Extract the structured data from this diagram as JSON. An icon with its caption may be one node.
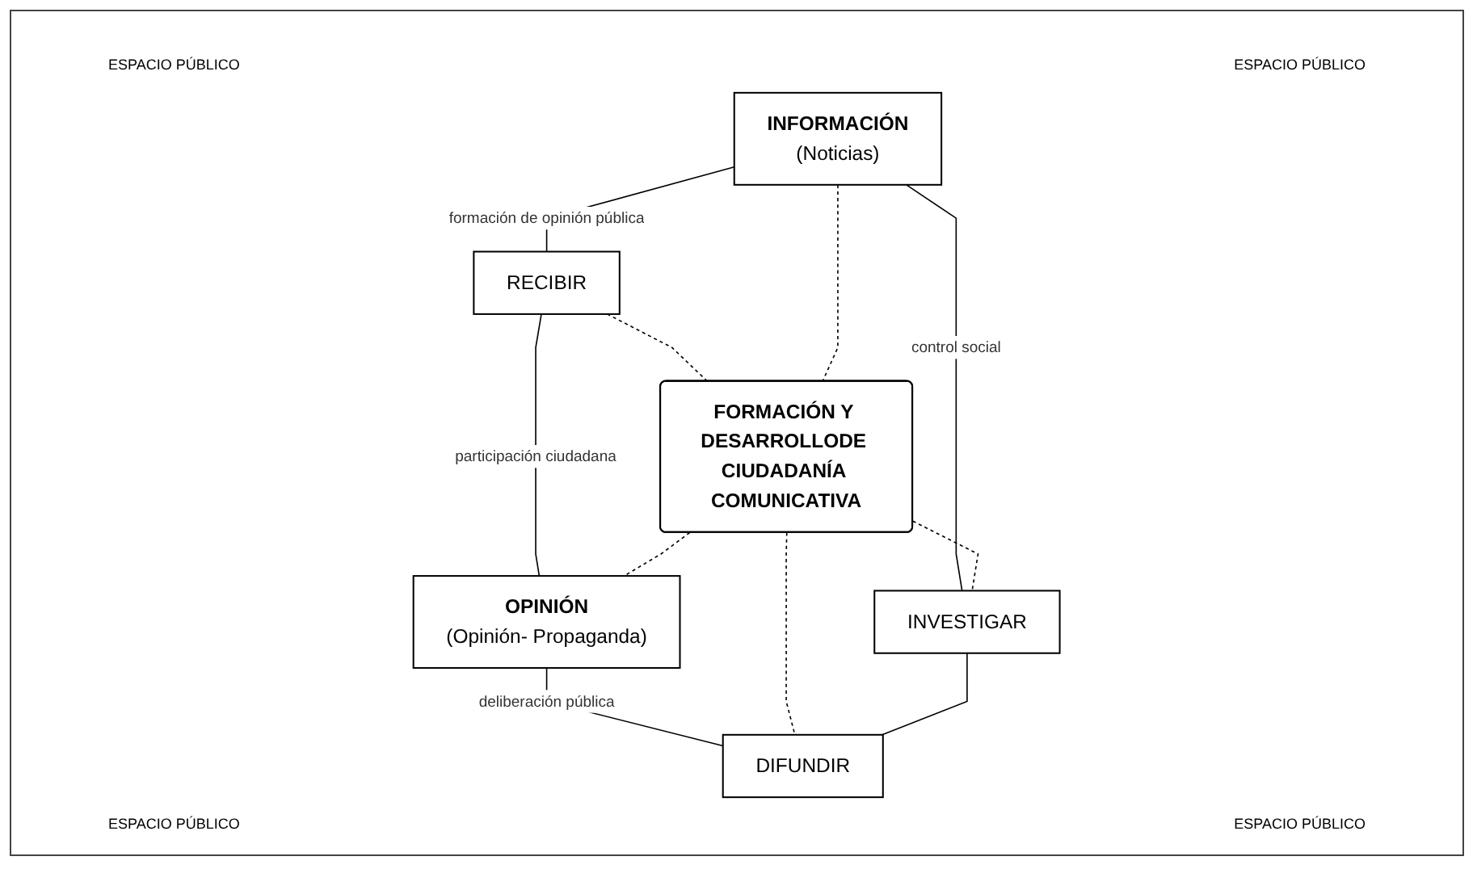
{
  "diagram": {
    "nodes": [
      {
        "text": [
          "RECIBIR"
        ]
      },
      {
        "text": [
          "INFORMACIÓN",
          "(Noticias)"
        ]
      },
      {
        "text": [
          "FORMACIÓN Y DESARROLLODE CIUDADANÍA COMUNICATIVA"
        ]
      },
      {
        "text": [
          "OPINIÓN",
          "(Opinión- Propaganda)"
        ]
      },
      {
        "text": [
          "INVESTIGAR"
        ]
      },
      {
        "text": [
          "DIFUNDIR"
        ]
      }
    ],
    "edges": [
      {
        "from": 1,
        "to": 0,
        "arrow": "none",
        "label": "formación de opinión pública"
      },
      {
        "from": 0,
        "to": 3,
        "arrow": "none",
        "label": "participación ciudadana"
      },
      {
        "from": 0,
        "to": 2,
        "arrow": "none",
        "style": "dashed"
      },
      {
        "from": 1,
        "to": 2,
        "arrow": "none",
        "style": "dashed"
      },
      {
        "from": 2,
        "to": 3,
        "arrow": "none",
        "style": "dashed"
      },
      {
        "from": 1,
        "to": 4,
        "arrow": "none",
        "label": "control social"
      },
      {
        "from": 3,
        "to": 5,
        "arrow": "none",
        "label": "deliberación pública"
      },
      {
        "from": 2,
        "to": 4,
        "arrow": "none",
        "style": "dashed"
      },
      {
        "from": 2,
        "to": 5,
        "arrow": "none",
        "style": "dashed"
      },
      {
        "from": 4,
        "to": 5,
        "arrow": "none"
      }
    ],
    "labels": [
      "ESPACIO PÚBLICO",
      "ESPACIO PÚBLICO",
      "ESPACIO PÚBLICO",
      "ESPACIO PÚBLICO"
    ]
  }
}
